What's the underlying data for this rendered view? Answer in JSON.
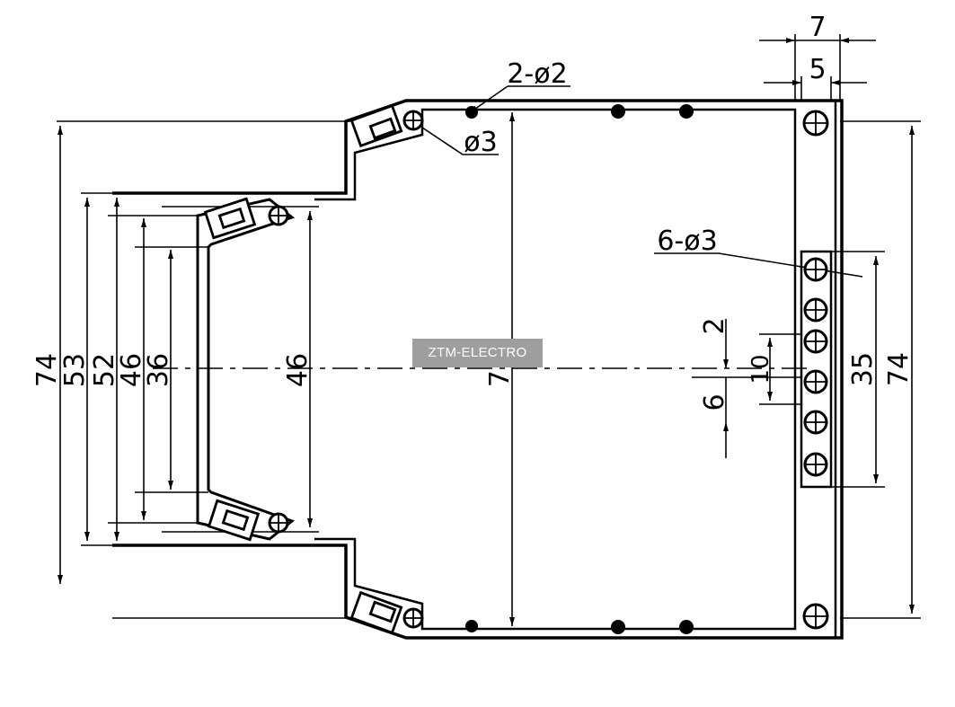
{
  "drawing": {
    "dimensions": {
      "height_outer": "74",
      "height_53": "53",
      "height_52": "52",
      "height_46_left": "46",
      "height_36": "36",
      "height_46_center": "46",
      "height_71": "71",
      "width_7": "7",
      "width_5": "5",
      "label_2_phi2": "2-ø2",
      "label_phi3": "ø3",
      "label_6_phi3": "6-ø3",
      "pitch_2": "2",
      "pitch_6": "6",
      "pitch_10": "10",
      "height_35": "35",
      "height_74_right": "74"
    },
    "watermark": "ZTM-ELECTRO"
  }
}
